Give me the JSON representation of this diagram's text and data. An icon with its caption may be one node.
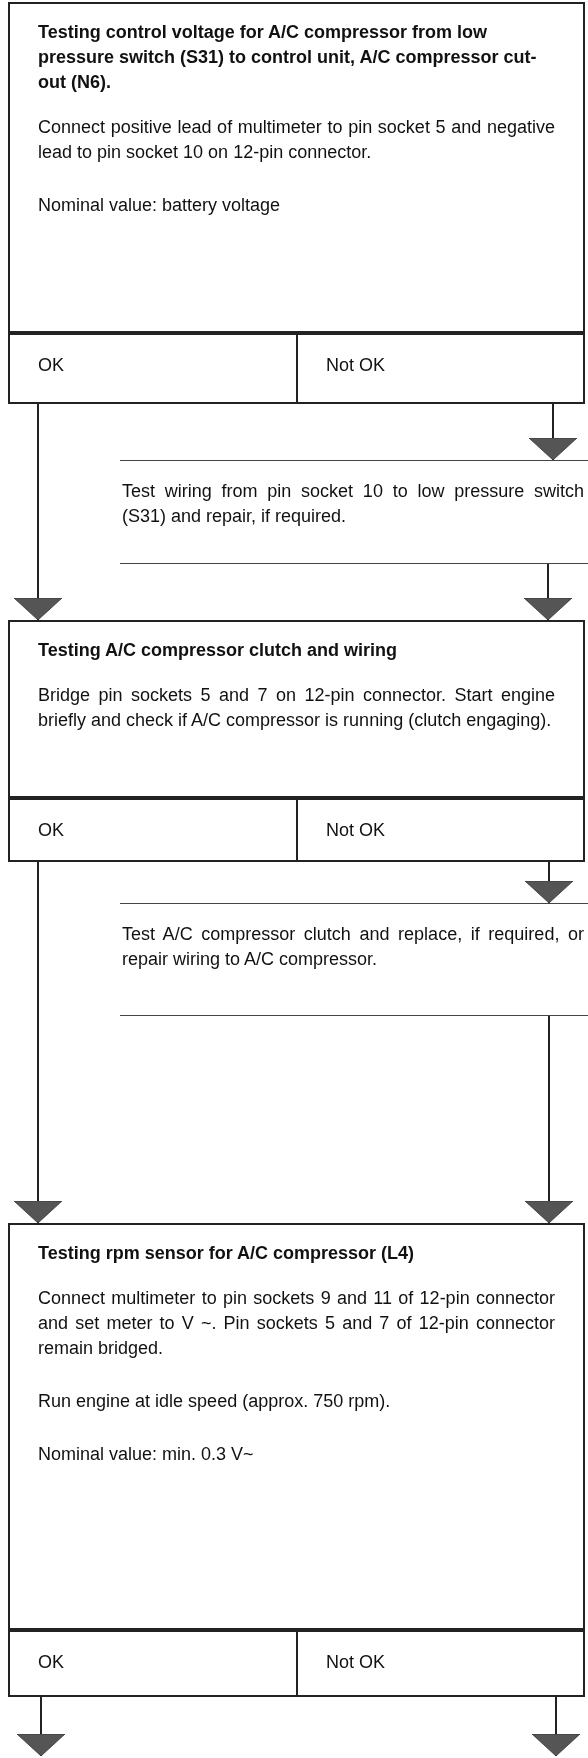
{
  "diagram": {
    "nodes": [
      {
        "text": [
          "Testing control voltage for A/C compressor from low pressure switch (S31) to control unit, A/C compressor cut-out (N6).",
          "Connect positive lead of multimeter to pin socket 5 and negative lead to pin socket 10 on 12-pin connector.",
          "Nominal value: battery voltage"
        ]
      },
      {
        "text": [
          "OK"
        ]
      },
      {
        "text": [
          "Not OK"
        ]
      },
      {
        "text": [
          "Test wiring from pin socket 10 to low pressure switch (S31) and repair, if required."
        ]
      },
      {
        "text": [
          "Testing A/C compressor clutch and wiring",
          "Bridge pin sockets 5 and 7 on 12-pin connector. Start engine briefly and check if A/C compressor is running (clutch engaging)."
        ]
      },
      {
        "text": [
          "OK"
        ]
      },
      {
        "text": [
          "Not OK"
        ]
      },
      {
        "text": [
          "Test A/C compressor clutch and replace, if required, or repair wiring to A/C compressor."
        ]
      },
      {
        "text": [
          "Testing rpm sensor for A/C compressor (L4)",
          "Connect multimeter to pin sockets 9 and 11 of 12-pin connector and set meter to V ~. Pin sockets 5 and 7 of 12-pin connector remain bridged.",
          "Run engine at idle speed (approx. 750 rpm).",
          "Nominal value: min. 0.3 V~"
        ]
      },
      {
        "text": [
          "OK"
        ]
      },
      {
        "text": [
          "Not OK"
        ]
      }
    ],
    "edges": [
      {
        "from": 1,
        "to": 4,
        "arrow": "to"
      },
      {
        "from": 2,
        "to": 3,
        "arrow": "to"
      },
      {
        "from": 3,
        "to": 4,
        "arrow": "to"
      },
      {
        "from": 5,
        "to": 8,
        "arrow": "to"
      },
      {
        "from": 6,
        "to": 7,
        "arrow": "to"
      },
      {
        "from": 7,
        "to": 8,
        "arrow": "to"
      },
      {
        "from": 9,
        "to": null,
        "arrow": "to"
      },
      {
        "from": 10,
        "to": null,
        "arrow": "to"
      }
    ]
  }
}
